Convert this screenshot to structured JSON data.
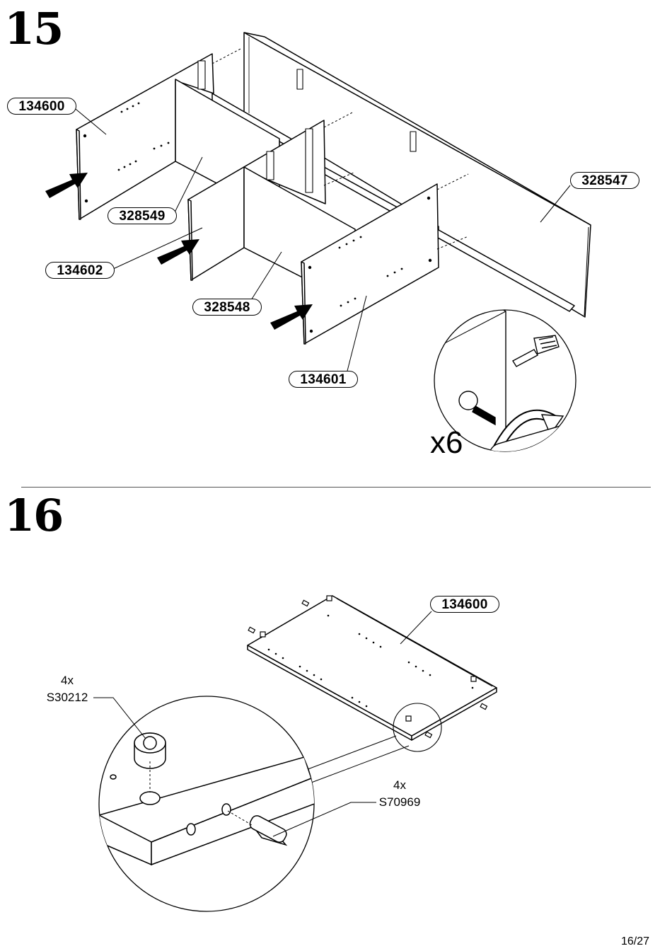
{
  "steps": [
    {
      "number": "15",
      "parts": [
        "134600",
        "328549",
        "134602",
        "328548",
        "134601",
        "328547"
      ],
      "quantity": "x6"
    },
    {
      "number": "16",
      "parts": [
        "134600"
      ],
      "hardware": [
        {
          "qty": "4x",
          "code": "S30212"
        },
        {
          "qty": "4x",
          "code": "S70969"
        }
      ]
    }
  ],
  "footer": {
    "page": "16/27"
  }
}
